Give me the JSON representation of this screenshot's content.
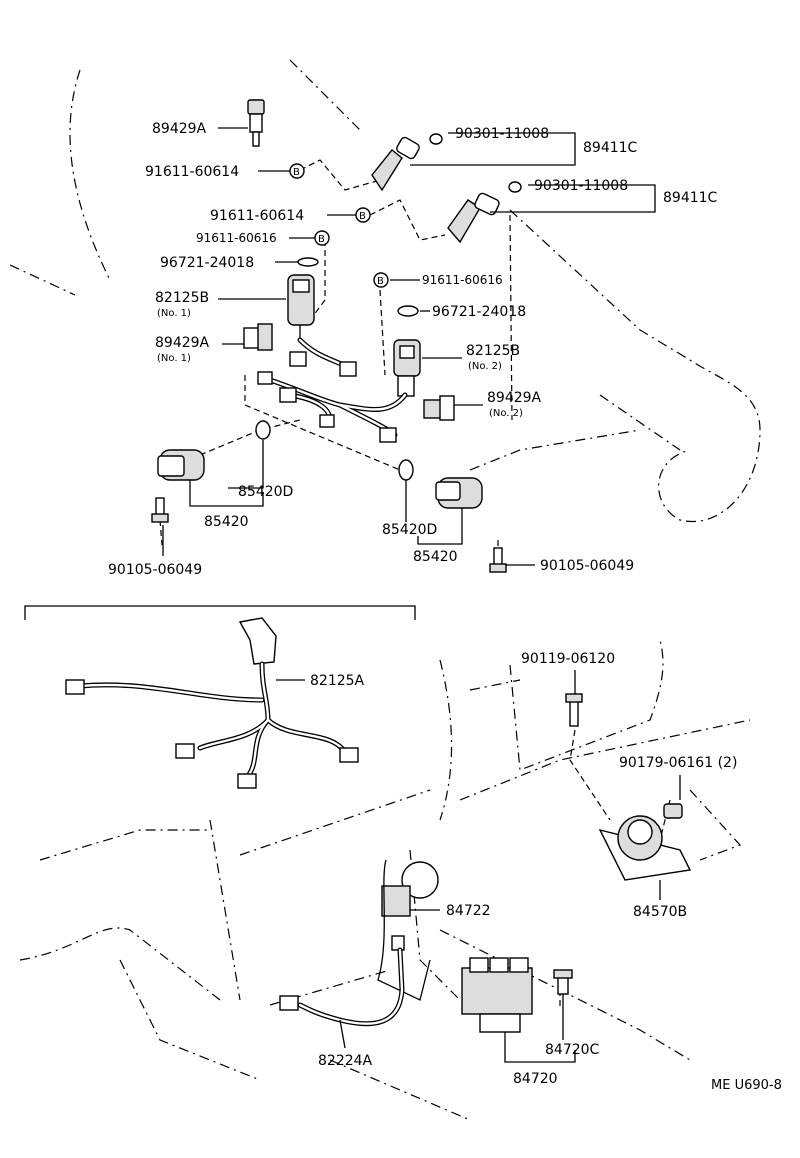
{
  "labels": {
    "p89429A_top": "89429A",
    "p91611_60614_a": "91611-60614",
    "p91611_60614_b": "91611-60614",
    "p91611_60616_a": "91611-60616",
    "p96721_24018_a": "96721-24018",
    "p82125B_1": "82125B",
    "p82125B_1_sub": "(No. 1)",
    "p89429A_1": "89429A",
    "p89429A_1_sub": "(No. 1)",
    "p90301_11008_a": "90301-11008",
    "p89411C_a": "89411C",
    "p90301_11008_b": "90301-11008",
    "p89411C_b": "89411C",
    "p91611_60616_b": "91611-60616",
    "p96721_24018_b": "96721-24018",
    "p82125B_2": "82125B",
    "p82125B_2_sub": "(No. 2)",
    "p89429A_2": "89429A",
    "p89429A_2_sub": "(No. 2)",
    "p85420D_a": "85420D",
    "p85420_a": "85420",
    "p90105_06049_a": "90105-06049",
    "p85420D_b": "85420D",
    "p85420_b": "85420",
    "p90105_06049_b": "90105-06049",
    "p82125A": "82125A",
    "p90119_06120": "90119-06120",
    "p90179_06161": "90179-06161 (2)",
    "p84722": "84722",
    "p84570B": "84570B",
    "p82224A": "82224A",
    "p84720C": "84720C",
    "p84720": "84720",
    "bolt_mark": "B",
    "ref_code": "ME U690-8"
  }
}
